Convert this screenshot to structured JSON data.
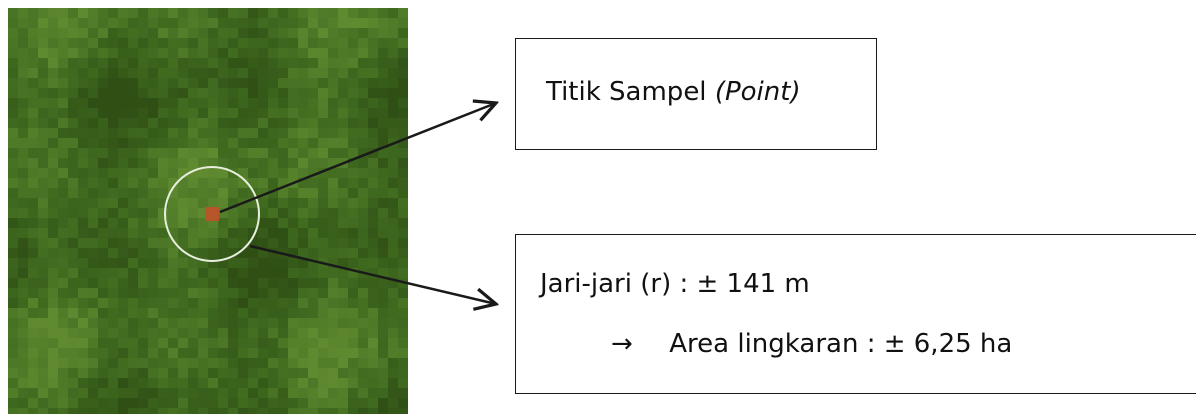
{
  "colors": {
    "vegetation_base": "#3f6a1f",
    "vegetation_dark": "#2f4f15",
    "vegetation_light": "#5f8a30",
    "sample_point": "#c0512a",
    "circle_stroke": "#e8eede",
    "arrow": "#1a1a1a"
  },
  "point_box": {
    "label": "Titik Sampel",
    "label_italic": "(Point)"
  },
  "radius_box": {
    "radius_text": "Jari-jari (r) : ± 141 m",
    "arrow_symbol": "→",
    "area_text": "Area lingkaran : ± 6,25 ha"
  }
}
